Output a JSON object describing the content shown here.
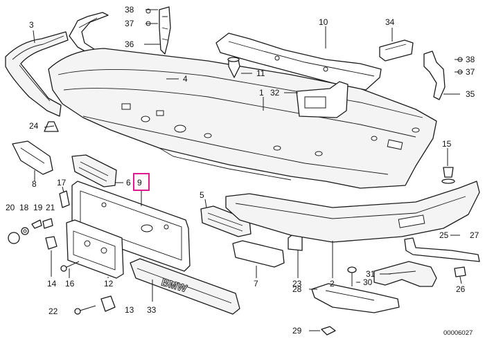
{
  "diagram_code": "00006027",
  "highlight_color": "#e0198f",
  "highlighted_part": "9",
  "grille_emblem": "BMW",
  "callouts": {
    "c3": "3",
    "c38a": "38",
    "c37a": "37",
    "c36": "36",
    "c10": "10",
    "c34": "34",
    "c38b": "38",
    "c37b": "37",
    "c35": "35",
    "c4": "4",
    "c11": "11",
    "c1": "1",
    "c32": "32",
    "c24": "24",
    "c15": "15",
    "c8": "8",
    "c6": "6",
    "c9": "9",
    "c17": "17",
    "c5": "5",
    "c20": "20",
    "c18": "18",
    "c19": "19",
    "c21": "21",
    "c25": "25",
    "c27": "27",
    "c14": "14",
    "c16": "16",
    "c12": "12",
    "c7": "7",
    "c23": "23",
    "c2": "2",
    "c31": "31",
    "c30": "30",
    "c26": "26",
    "c22": "22",
    "c13": "13",
    "c33": "33",
    "c28": "28",
    "c29": "29"
  }
}
